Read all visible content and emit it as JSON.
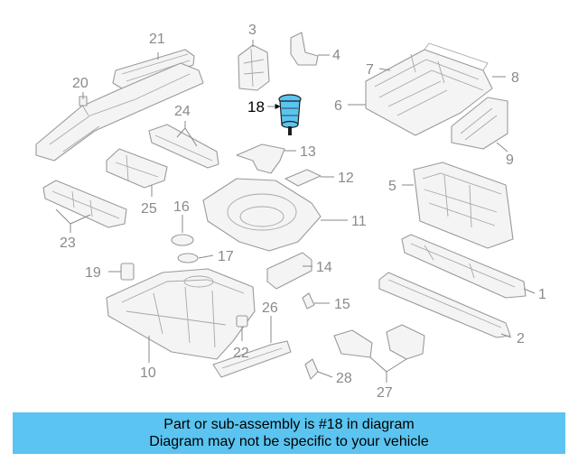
{
  "callouts": {
    "c1": "1",
    "c2": "2",
    "c3": "3",
    "c4": "4",
    "c5": "5",
    "c6": "6",
    "c7": "7",
    "c8": "8",
    "c9": "9",
    "c10": "10",
    "c11": "11",
    "c12": "12",
    "c13": "13",
    "c14": "14",
    "c15": "15",
    "c16": "16",
    "c17": "17",
    "c18": "18",
    "c19": "19",
    "c20": "20",
    "c21": "21",
    "c22": "22",
    "c23": "23",
    "c24": "24",
    "c25": "25",
    "c26": "26",
    "c27": "27",
    "c28": "28"
  },
  "highlight": {
    "color": "#5bc4f0"
  },
  "footer": {
    "line1": "Part or sub-assembly is #18 in diagram",
    "line2": "Diagram may not be specific to your vehicle"
  }
}
